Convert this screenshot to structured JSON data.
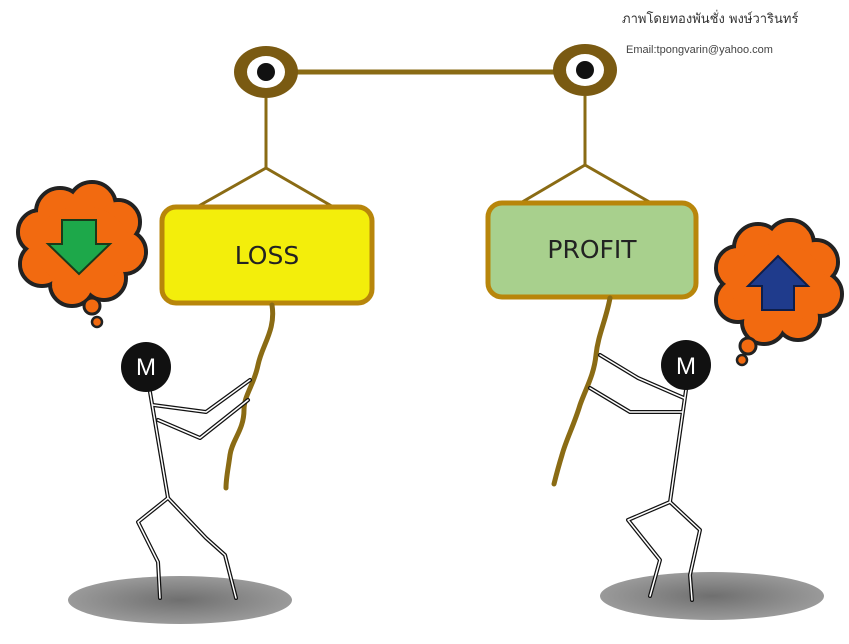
{
  "credit": {
    "author_thai": "ภาพโดยทองพันชั่ง พงษ์วารินทร์",
    "email": "Email:tpongvarin@yahoo.com"
  },
  "signs": {
    "left": {
      "label": "LOSS",
      "color": "#f3ee0b"
    },
    "right": {
      "label": "PROFIT",
      "color": "#a8d08d"
    }
  },
  "figures": {
    "left_head_label": "M",
    "right_head_label": "M"
  },
  "thought_bubbles": {
    "left_arrow": "down-arrow-icon",
    "right_arrow": "up-arrow-icon",
    "cloud_color": "#f26a10",
    "down_arrow_color": "#1da84a",
    "up_arrow_color": "#1f3b8c"
  },
  "colors": {
    "rope": "#8a6b14",
    "pulley": "#7a5a12",
    "sign_border": "#b8860b",
    "shadow": "#8c8c8c"
  }
}
